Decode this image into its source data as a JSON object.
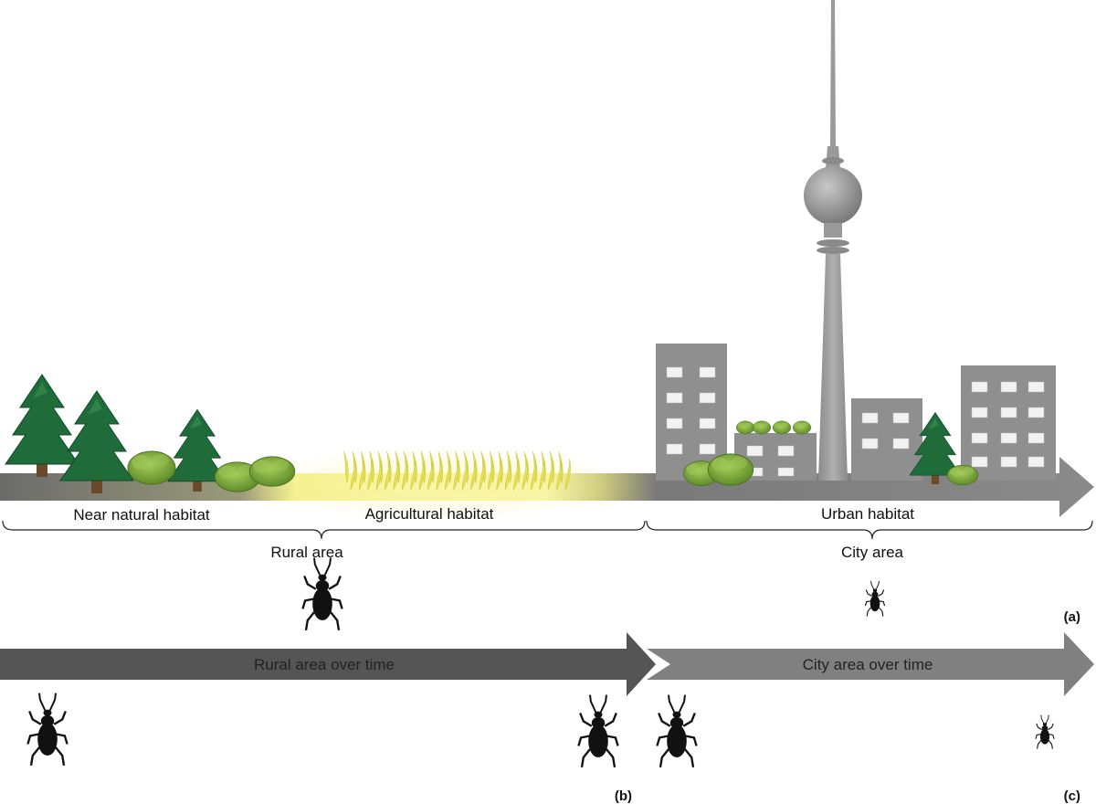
{
  "habitats": {
    "near_natural": "Near natural habitat",
    "agricultural": "Agricultural habitat",
    "urban": "Urban habitat"
  },
  "areas": {
    "rural": "Rural area",
    "city": "City area"
  },
  "timelines": {
    "rural": "Rural area over time",
    "city": "City area over time"
  },
  "panels": {
    "a": "(a)",
    "b": "(b)",
    "c": "(c)"
  },
  "icons": {
    "tree": "conifer-tree-icon",
    "bush": "bush-icon",
    "crop": "wheat-crop-icon",
    "building": "building-icon",
    "tower": "tv-tower-icon",
    "beetle": "beetle-icon"
  },
  "colors": {
    "arrow_dark": "#555555",
    "arrow_mid": "#808080",
    "arrow_light": "#8a8a8a",
    "tree": "#1f6b3a",
    "bush": "#86b045",
    "crop": "#e6e35a",
    "glow": "#f5f08a",
    "building": "#8f8f8f",
    "tower": "#9a9a9a",
    "beetle": "#111111"
  }
}
